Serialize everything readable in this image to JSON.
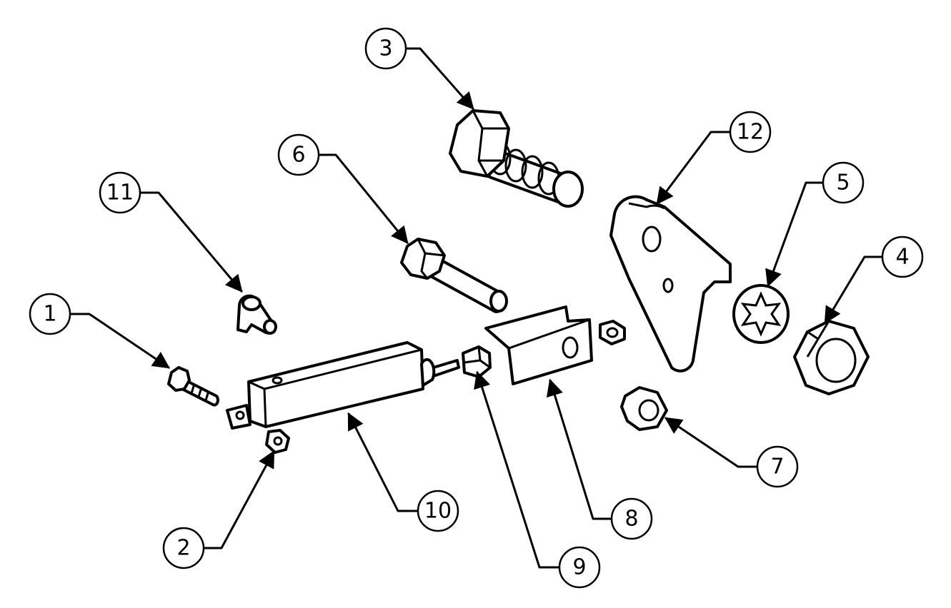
{
  "balloons": [
    {
      "label": "1",
      "part": "small-hex-bolt"
    },
    {
      "label": "2",
      "part": "small-hex-nut"
    },
    {
      "label": "3",
      "part": "large-hex-bolt"
    },
    {
      "label": "4",
      "part": "large-hex-nut"
    },
    {
      "label": "5",
      "part": "star-lock-washer"
    },
    {
      "label": "6",
      "part": "long-hex-bolt"
    },
    {
      "label": "7",
      "part": "hex-nut"
    },
    {
      "label": "8",
      "part": "clevis"
    },
    {
      "label": "9",
      "part": "jam-nut"
    },
    {
      "label": "10",
      "part": "actuator-tube"
    },
    {
      "label": "11",
      "part": "clip-pin"
    },
    {
      "label": "12",
      "part": "bracket-plate"
    }
  ]
}
